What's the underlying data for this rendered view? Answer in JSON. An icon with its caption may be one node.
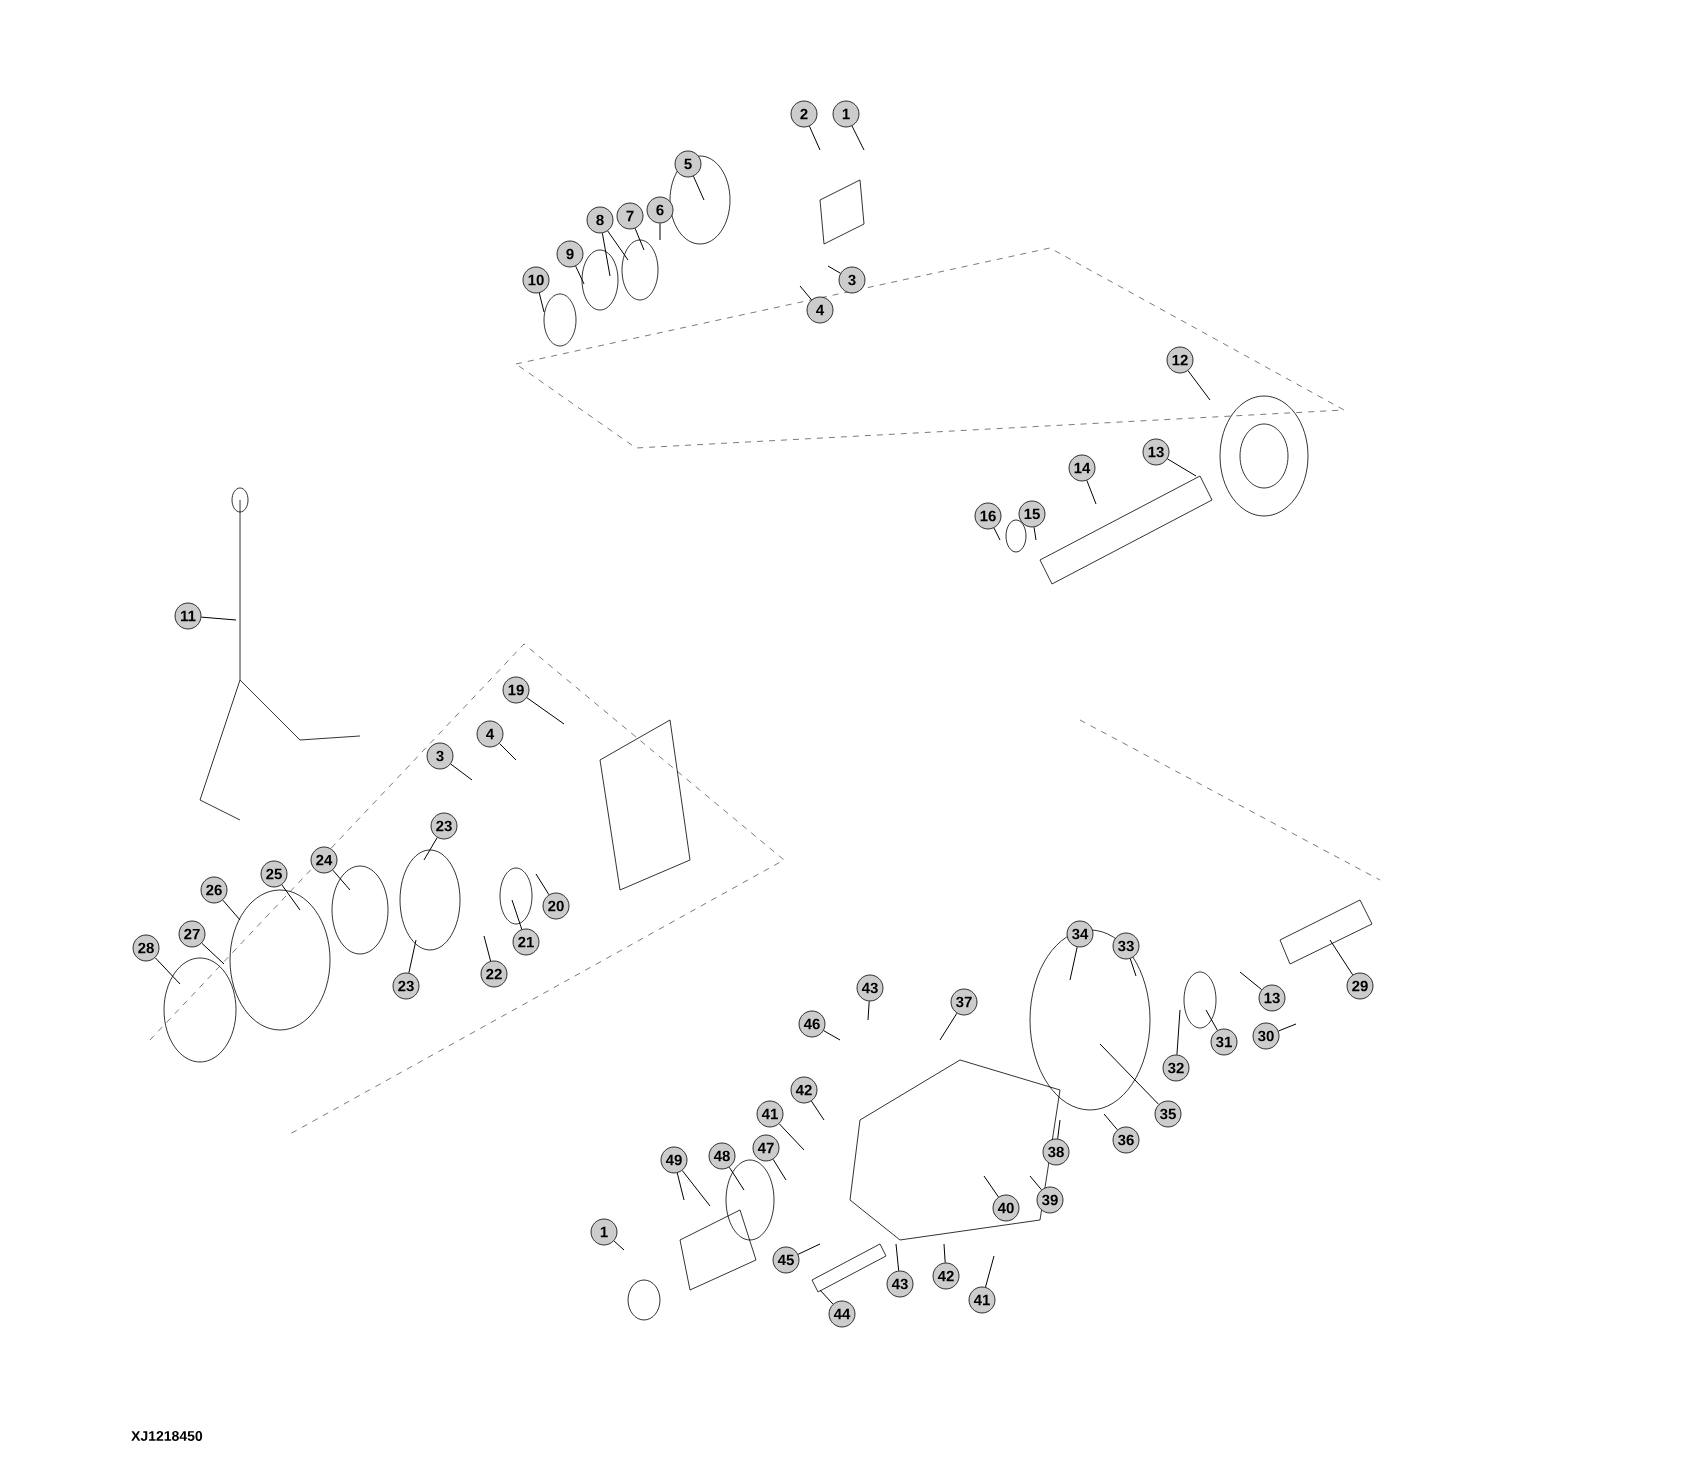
{
  "diagram": {
    "nodes": [
      {
        "text": [
          "1"
        ]
      },
      {
        "text": [
          "2"
        ]
      },
      {
        "text": [
          "5"
        ]
      },
      {
        "text": [
          "8"
        ]
      },
      {
        "text": [
          "7"
        ]
      },
      {
        "text": [
          "6"
        ]
      },
      {
        "text": [
          "10"
        ]
      },
      {
        "text": [
          "9"
        ]
      },
      {
        "text": [
          "3"
        ]
      },
      {
        "text": [
          "4"
        ]
      },
      {
        "text": [
          "12"
        ]
      },
      {
        "text": [
          "13"
        ]
      },
      {
        "text": [
          "14"
        ]
      },
      {
        "text": [
          "16"
        ]
      },
      {
        "text": [
          "15"
        ]
      },
      {
        "text": [
          "11"
        ]
      },
      {
        "text": [
          "19"
        ]
      },
      {
        "text": [
          "4"
        ]
      },
      {
        "text": [
          "3"
        ]
      },
      {
        "text": [
          "23"
        ]
      },
      {
        "text": [
          "24"
        ]
      },
      {
        "text": [
          "25"
        ]
      },
      {
        "text": [
          "26"
        ]
      },
      {
        "text": [
          "27"
        ]
      },
      {
        "text": [
          "28"
        ]
      },
      {
        "text": [
          "23"
        ]
      },
      {
        "text": [
          "22"
        ]
      },
      {
        "text": [
          "21"
        ]
      },
      {
        "text": [
          "20"
        ]
      },
      {
        "text": [
          "34"
        ]
      },
      {
        "text": [
          "33"
        ]
      },
      {
        "text": [
          "43"
        ]
      },
      {
        "text": [
          "37"
        ]
      },
      {
        "text": [
          "13"
        ]
      },
      {
        "text": [
          "29"
        ]
      },
      {
        "text": [
          "46"
        ]
      },
      {
        "text": [
          "32"
        ]
      },
      {
        "text": [
          "31"
        ]
      },
      {
        "text": [
          "30"
        ]
      },
      {
        "text": [
          "42"
        ]
      },
      {
        "text": [
          "41"
        ]
      },
      {
        "text": [
          "47"
        ]
      },
      {
        "text": [
          "35"
        ]
      },
      {
        "text": [
          "38"
        ]
      },
      {
        "text": [
          "36"
        ]
      },
      {
        "text": [
          "49"
        ]
      },
      {
        "text": [
          "48"
        ]
      },
      {
        "text": [
          "39"
        ]
      },
      {
        "text": [
          "40"
        ]
      },
      {
        "text": [
          "45"
        ]
      },
      {
        "text": [
          "1"
        ]
      },
      {
        "text": [
          "43"
        ]
      },
      {
        "text": [
          "42"
        ]
      },
      {
        "text": [
          "41"
        ]
      },
      {
        "text": [
          "44"
        ]
      }
    ],
    "edges": [
      {
        "from": 0,
        "to": null,
        "arrow": "none"
      },
      {
        "from": 1,
        "to": null,
        "arrow": "none"
      },
      {
        "from": 2,
        "to": null,
        "arrow": "none"
      },
      {
        "from": 3,
        "to": null,
        "arrow": "none"
      },
      {
        "from": 3,
        "to": null,
        "arrow": "none"
      },
      {
        "from": 4,
        "to": null,
        "arrow": "none"
      },
      {
        "from": 5,
        "to": null,
        "arrow": "none"
      },
      {
        "from": 6,
        "to": null,
        "arrow": "none"
      },
      {
        "from": 7,
        "to": null,
        "arrow": "none"
      },
      {
        "from": 8,
        "to": null,
        "arrow": "none"
      },
      {
        "from": 9,
        "to": null,
        "arrow": "none"
      },
      {
        "from": 10,
        "to": null,
        "arrow": "none"
      },
      {
        "from": 11,
        "to": null,
        "arrow": "none"
      },
      {
        "from": 12,
        "to": null,
        "arrow": "none"
      },
      {
        "from": 13,
        "to": null,
        "arrow": "none"
      },
      {
        "from": 14,
        "to": null,
        "arrow": "none"
      },
      {
        "from": 15,
        "to": null,
        "arrow": "none"
      },
      {
        "from": 16,
        "to": null,
        "arrow": "none"
      },
      {
        "from": 17,
        "to": null,
        "arrow": "none"
      },
      {
        "from": 18,
        "to": null,
        "arrow": "none"
      },
      {
        "from": 19,
        "to": null,
        "arrow": "none"
      },
      {
        "from": 20,
        "to": null,
        "arrow": "none"
      },
      {
        "from": 21,
        "to": null,
        "arrow": "none"
      },
      {
        "from": 22,
        "to": null,
        "arrow": "none"
      },
      {
        "from": 23,
        "to": null,
        "arrow": "none"
      },
      {
        "from": 24,
        "to": null,
        "arrow": "none"
      },
      {
        "from": 25,
        "to": null,
        "arrow": "none"
      },
      {
        "from": 26,
        "to": null,
        "arrow": "none"
      },
      {
        "from": 27,
        "to": null,
        "arrow": "none"
      },
      {
        "from": 28,
        "to": null,
        "arrow": "none"
      },
      {
        "from": 29,
        "to": null,
        "arrow": "none"
      },
      {
        "from": 30,
        "to": null,
        "arrow": "none"
      },
      {
        "from": 31,
        "to": null,
        "arrow": "none"
      },
      {
        "from": 32,
        "to": null,
        "arrow": "none"
      },
      {
        "from": 33,
        "to": null,
        "arrow": "none"
      },
      {
        "from": 34,
        "to": null,
        "arrow": "none"
      },
      {
        "from": 35,
        "to": null,
        "arrow": "none"
      },
      {
        "from": 36,
        "to": null,
        "arrow": "none"
      },
      {
        "from": 37,
        "to": null,
        "arrow": "none"
      },
      {
        "from": 38,
        "to": null,
        "arrow": "none"
      },
      {
        "from": 39,
        "to": null,
        "arrow": "none"
      },
      {
        "from": 40,
        "to": null,
        "arrow": "none"
      },
      {
        "from": 41,
        "to": null,
        "arrow": "none"
      },
      {
        "from": 42,
        "to": null,
        "arrow": "none"
      },
      {
        "from": 43,
        "to": null,
        "arrow": "none"
      },
      {
        "from": 44,
        "to": null,
        "arrow": "none"
      },
      {
        "from": 45,
        "to": null,
        "arrow": "none"
      },
      {
        "from": 45,
        "to": null,
        "arrow": "none"
      },
      {
        "from": 46,
        "to": null,
        "arrow": "none"
      },
      {
        "from": 47,
        "to": null,
        "arrow": "none"
      },
      {
        "from": 48,
        "to": null,
        "arrow": "none"
      },
      {
        "from": 49,
        "to": null,
        "arrow": "none"
      },
      {
        "from": 50,
        "to": null,
        "arrow": "none"
      },
      {
        "from": 51,
        "to": null,
        "arrow": "none"
      },
      {
        "from": 52,
        "to": null,
        "arrow": "none"
      },
      {
        "from": 53,
        "to": null,
        "arrow": "none"
      },
      {
        "from": 54,
        "to": null,
        "arrow": "none"
      }
    ],
    "labels": [
      "XJ1218450"
    ]
  }
}
